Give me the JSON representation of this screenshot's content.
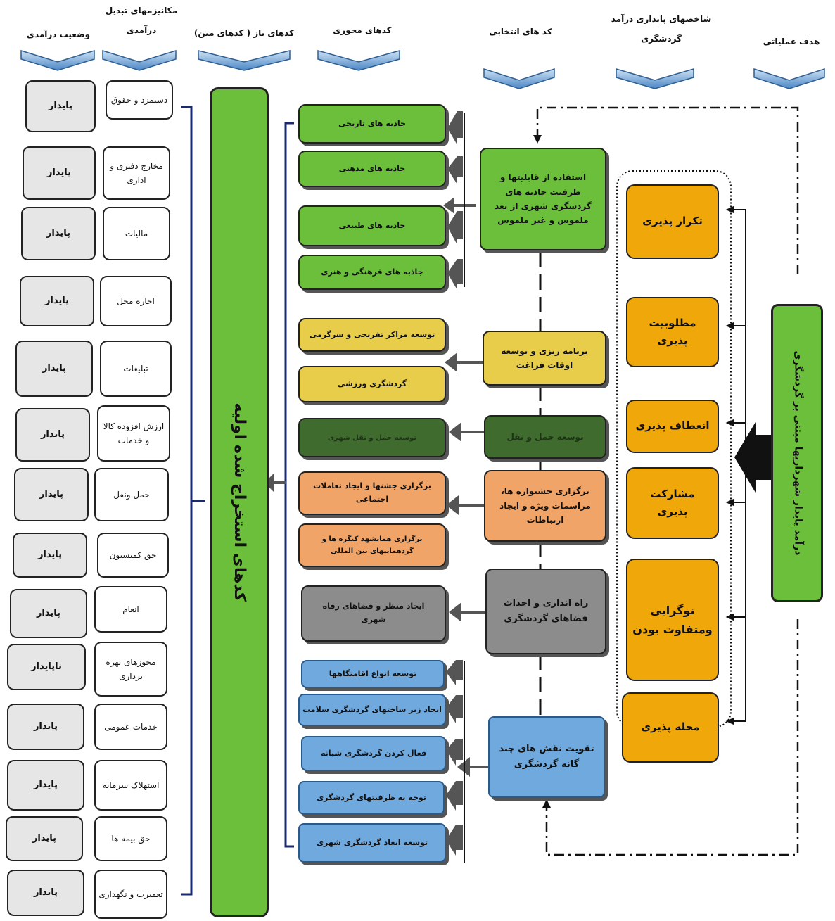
{
  "headers": {
    "status": "وضعیت درآمدی",
    "mechanisms_line1": "مکانیزمهای تبدیل",
    "mechanisms_line2": "درآمدی",
    "open_codes": "کدهای باز ( کدهای متن)",
    "axial_codes": "کدهای محوری",
    "selective_codes": "کد های انتخابی",
    "indicators_line1": "شاخصهای پایداری  درآمد",
    "indicators_line2": "گردشگری",
    "goal": "هدف عملیاتی"
  },
  "status_column": [
    "پایدار",
    "پایدار",
    "پایدار",
    "پایدار",
    "پایدار",
    "پایدار",
    "پایدار",
    "پایدار",
    "پایدار",
    "ناپایدار",
    "پایدار",
    "پایدار",
    "پایدار",
    "پایدار"
  ],
  "mechanisms": [
    "دستمزد و حقوق",
    "مخارج دفتری و اداری",
    "مالیات",
    "اجاره محل",
    "تبلیغات",
    "ارزش افزوده کالا و خدمات",
    "حمل ونقل",
    "حق کمیسیون",
    "انعام",
    "مجوزهای بهره برداری",
    "خدمات عمومی",
    "استهلاک سرمایه",
    "حق بیمه ها",
    "تعمیرت و نگهداری"
  ],
  "open_codes_bar": "کدهای استخراج شده اولیه",
  "axial": {
    "green": [
      "جاذبه  های تاریخی",
      "جاذبه های مذهبی",
      "جاذبه  های طبیعی",
      "جاذبه های فرهنگی و هنری"
    ],
    "yellow": [
      "توسعه مراکز تفریحی و سرگرمی",
      "گردشگری ورزشی"
    ],
    "dgreen": [
      "توسعه حمل و نقل شهری"
    ],
    "orange": [
      "برگزاری جشنها و ایجاد تعاملات اجتماعی",
      "برگزاری همایشهد کنگره ها و گردهماییهای بین المللی"
    ],
    "gray": [
      "ایجاد منظر و فضاهای رفاه شهری"
    ],
    "blue": [
      "توسعه انواع اقامتگاهها",
      "ایجاد زیر ساختهای گردشگری سلامت",
      "فعال کردن گردشگری شبانه",
      "توجه به ظرفیتهای گردشگری",
      "توسعه ابعاد گردشگری شهری"
    ]
  },
  "selective": {
    "green": "استفاده از قابلیتها و ظرفیت جاذبه های گردشگری شهری از بعد ملموس و غیر ملموس",
    "yellow": "برنامه ریزی و توسعه اوقات فراغت",
    "dgreen": "توسعه حمل و نقل",
    "orange": "برگزاری جشنواره ها، مراسمات ویژه و ایجاد ارتباطات",
    "gray": "راه اندازی و احداث فضاهای گردشگری",
    "blue": "تقویت نقش های چند گانه گردشگری"
  },
  "indicators": [
    "تکرار پذیری",
    "مطلوبیت پذیری",
    "انعطاف پذیری",
    "مشارکت پذیری",
    "نوگرایی ومتفاوت بودن",
    "محله پذیری"
  ],
  "goal_box": "درآمد پایدار شهرداریها مبتنی بر گردشگری",
  "colors": {
    "green": "#6cbf3b",
    "yellow": "#e8cd4a",
    "dgreen": "#3f6b2e",
    "orange": "#f0a467",
    "gray": "#8c8c8c",
    "blue": "#6fa9de",
    "indicator": "#f0a70a",
    "chevron": "#4a86c5"
  }
}
